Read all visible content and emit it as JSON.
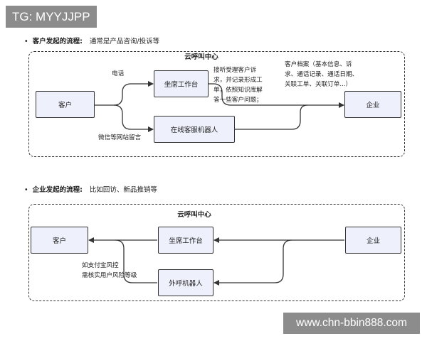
{
  "tag": "TG: MYYJJPP",
  "watermark": "www.chn-bbin888.com",
  "section1": {
    "bullet": "•",
    "title": "客户发起的流程:",
    "desc": "通常是产品咨询/投诉等",
    "frame_title": "云呼叫中心",
    "nodes": {
      "customer": "客户",
      "agent_desk": "坐席工作台",
      "chatbot": "在线客服机器人",
      "enterprise": "企业"
    },
    "labels": {
      "phone": "电话",
      "wechat": "微信等网站留言",
      "agent_note": [
        "接听受理客户诉",
        "求，并记录形成工",
        "单，依照知识库解",
        "答一些客户问题；"
      ],
      "archive_note": [
        "客户档案（基本信息、诉",
        "求、通话记录、通话日期、",
        "关联工单、关联订单...）"
      ]
    }
  },
  "section2": {
    "bullet": "•",
    "title": "企业发起的流程:",
    "desc": "比如回访、新品推销等",
    "frame_title": "云呼叫中心",
    "nodes": {
      "customer": "客户",
      "agent_desk": "坐席工作台",
      "outbound_robot": "外呼机器人",
      "enterprise": "企业"
    },
    "labels": {
      "risk_note": [
        "如支付宝风控",
        "需核实用户风险等级"
      ]
    }
  }
}
